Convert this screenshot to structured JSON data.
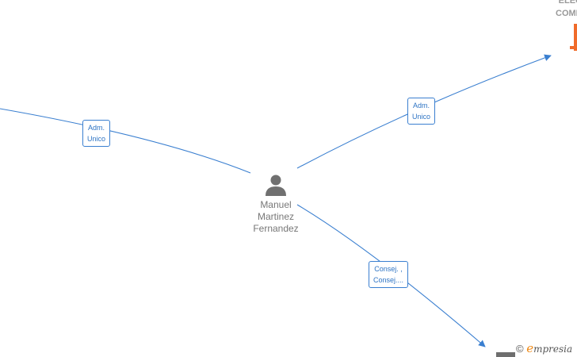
{
  "diagram": {
    "person": {
      "name_lines": [
        "Manuel",
        "Martinez",
        "Fernandez"
      ]
    },
    "company_top": {
      "name_lines": [
        "ELEC",
        "COMP"
      ]
    },
    "edge_labels": {
      "left": [
        "Adm.",
        "Unico"
      ],
      "upper_right": [
        "Adm.",
        "Unico"
      ],
      "lower_right": [
        "Consej. ,",
        "Consej...."
      ]
    },
    "colors": {
      "edge": "#3a7fd0",
      "company_icon": "#f06b2a",
      "person_icon": "#707070"
    }
  },
  "watermark": {
    "copyright": "©",
    "brand_initial": "e",
    "brand_rest": "mpresia"
  }
}
